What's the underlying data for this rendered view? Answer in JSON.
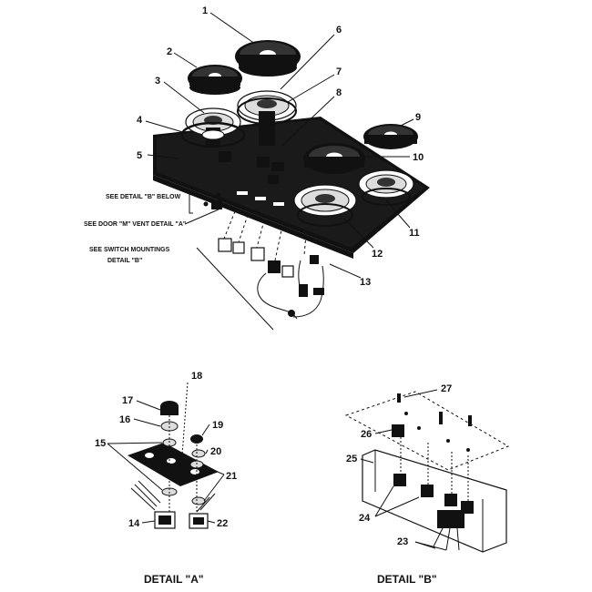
{
  "callouts": [
    "1",
    "2",
    "3",
    "4",
    "5",
    "6",
    "7",
    "8",
    "9",
    "10",
    "11",
    "12",
    "13",
    "14",
    "15",
    "16",
    "17",
    "18",
    "19",
    "20",
    "21",
    "22",
    "23",
    "24",
    "25",
    "26",
    "27"
  ],
  "notes": {
    "detail_b_below": "SEE DETAIL \"B\" BELOW",
    "vent_detail_a": "SEE DOOR \"M\" VENT DETAIL \"A\"",
    "switch_mountings_1": "SEE SWITCH MOUNTINGS",
    "switch_mountings_2": "DETAIL \"B\""
  },
  "captions": {
    "detail_a": "DETAIL \"A\"",
    "detail_b": "DETAIL \"B\""
  }
}
